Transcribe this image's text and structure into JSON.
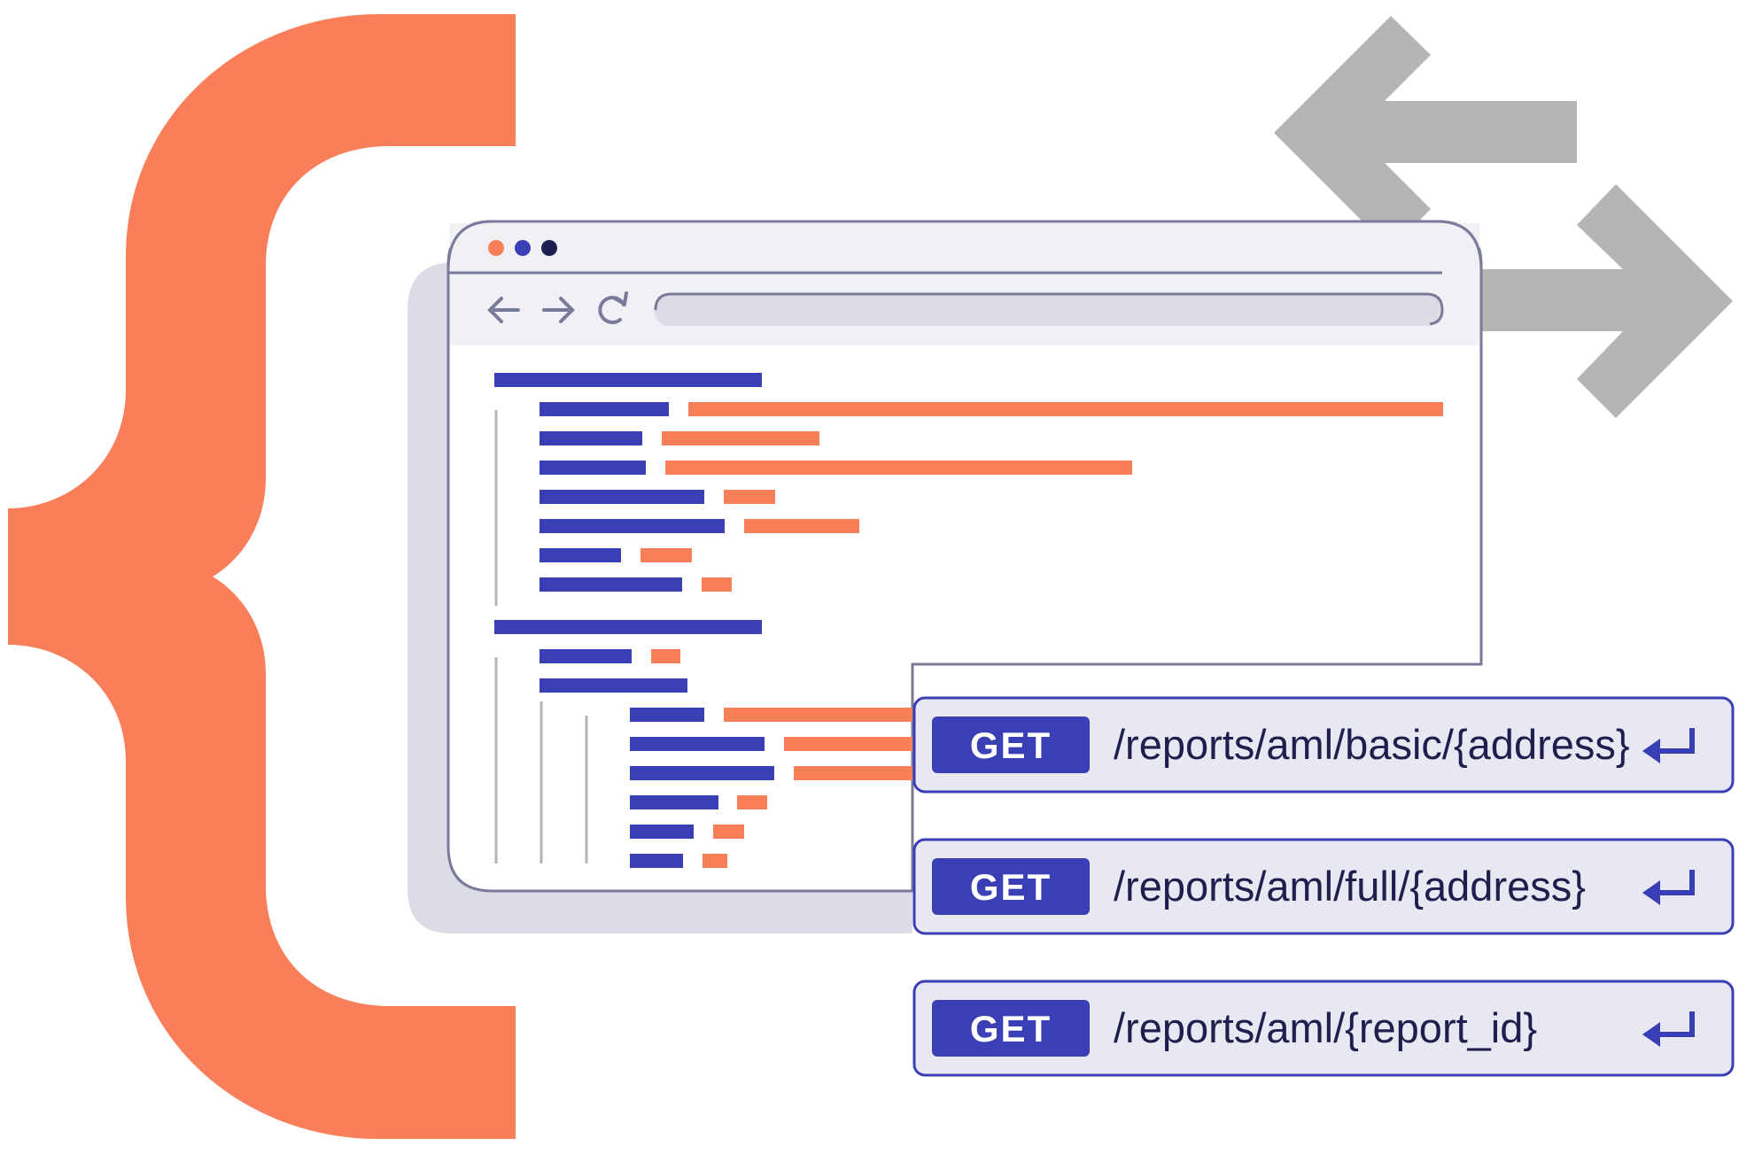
{
  "diagram": {
    "subject": "REST API endpoints",
    "colors": {
      "accent_orange": "#f87f5a",
      "accent_blue": "#3b3fb6",
      "navy": "#1f1f4f",
      "arrow_gray": "#b5b5b5",
      "window_border": "#7a7a9a",
      "window_chrome": "#f0f0f5",
      "window_shadow": "#dcdce6",
      "endpoint_bg": "#e7e8f1"
    },
    "icons": {
      "brace": "curly-brace-icon",
      "exchange": "bidirectional-arrows-icon",
      "back": "arrow-left-icon",
      "forward": "arrow-right-icon",
      "reload": "reload-icon",
      "submit": "enter-return-icon"
    },
    "endpoints": [
      {
        "method": "GET",
        "path": "/reports/aml/basic/{address}"
      },
      {
        "method": "GET",
        "path": "/reports/aml/full/{address}"
      },
      {
        "method": "GET",
        "path": "/reports/aml/{report_id}"
      }
    ]
  }
}
